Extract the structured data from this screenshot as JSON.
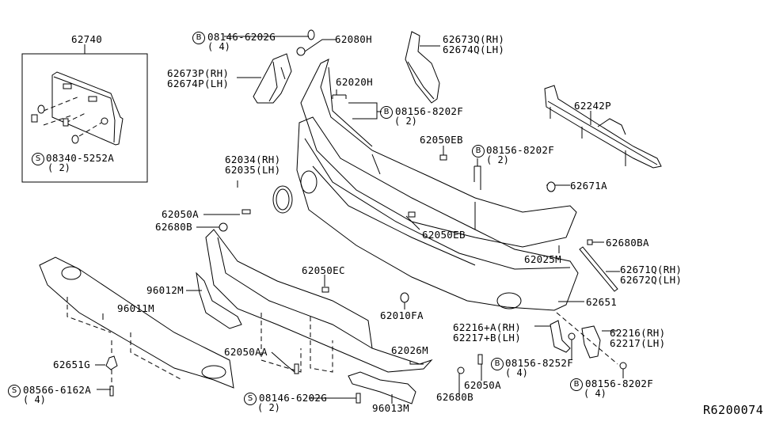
{
  "diagram": {
    "title": "Front Bumper Parts Diagram",
    "reference_code": "R6200074",
    "symbols": {
      "bolt": "B",
      "screw": "S"
    },
    "callouts": [
      {
        "id": "c01",
        "part": "62740",
        "desc": "license plate bracket"
      },
      {
        "id": "c02",
        "symbol": "S",
        "part": "08340-5252A",
        "qty": "( 2)"
      },
      {
        "id": "c03",
        "symbol": "B",
        "part": "08146-6202G",
        "qty": "( 4)"
      },
      {
        "id": "c04",
        "part": "62080H"
      },
      {
        "id": "c05",
        "part": "62673P(RH)",
        "part2": "62674P(LH)"
      },
      {
        "id": "c06",
        "part": "62020H"
      },
      {
        "id": "c07",
        "symbol": "B",
        "part": "08156-8202F",
        "qty": "( 2)"
      },
      {
        "id": "c08",
        "part": "62673Q(RH)",
        "part2": "62674Q(LH)"
      },
      {
        "id": "c09",
        "part": "62242P"
      },
      {
        "id": "c10",
        "part": "62050EB"
      },
      {
        "id": "c11",
        "symbol": "B",
        "part": "08156-8202F",
        "qty": "( 2)"
      },
      {
        "id": "c12",
        "part": "62034(RH)",
        "part2": "62035(LH)"
      },
      {
        "id": "c13",
        "part": "62671A"
      },
      {
        "id": "c14",
        "part": "62050A"
      },
      {
        "id": "c15",
        "part": "62680B"
      },
      {
        "id": "c16",
        "part": "62050EB"
      },
      {
        "id": "c17",
        "part": "62680BA"
      },
      {
        "id": "c18",
        "part": "62025M"
      },
      {
        "id": "c19",
        "part": "62671Q(RH)",
        "part2": "62672Q(LH)"
      },
      {
        "id": "c20",
        "part": "62050EC"
      },
      {
        "id": "c21",
        "part": "96012M"
      },
      {
        "id": "c22",
        "part": "62651"
      },
      {
        "id": "c23",
        "part": "96011M"
      },
      {
        "id": "c24",
        "part": "62010FA"
      },
      {
        "id": "c25",
        "part": "62216+A(RH)",
        "part2": "62217+B(LH)"
      },
      {
        "id": "c26",
        "part": "62216(RH)",
        "part2": "62217(LH)"
      },
      {
        "id": "c27",
        "part": "62651G"
      },
      {
        "id": "c28",
        "part": "62050AA"
      },
      {
        "id": "c29",
        "part": "62026M"
      },
      {
        "id": "c30",
        "symbol": "B",
        "part": "08156-8252F",
        "qty": "( 4)"
      },
      {
        "id": "c31",
        "symbol": "S",
        "part": "08566-6162A",
        "qty": "( 4)"
      },
      {
        "id": "c32",
        "part": "62050A"
      },
      {
        "id": "c33",
        "symbol": "B",
        "part": "08156-8202F",
        "qty": "( 4)"
      },
      {
        "id": "c34",
        "symbol": "S",
        "part": "08146-6202G",
        "qty": "( 2)"
      },
      {
        "id": "c35",
        "part": "62680B"
      },
      {
        "id": "c36",
        "part": "96013M"
      }
    ]
  }
}
